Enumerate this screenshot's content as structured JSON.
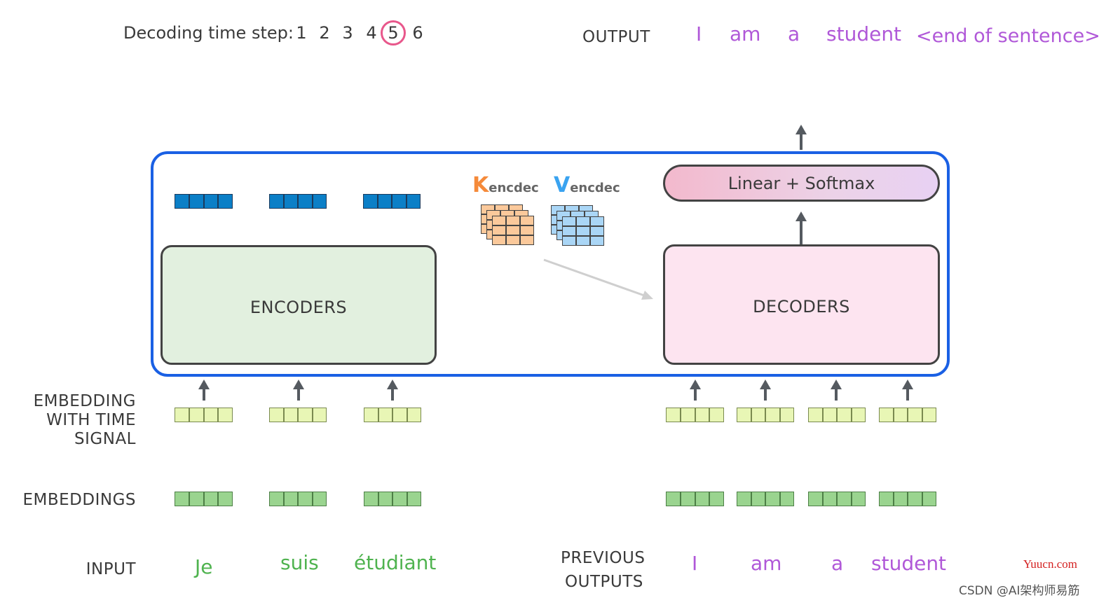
{
  "decoding": {
    "label": "Decoding time step:",
    "steps": [
      "1",
      "2",
      "3",
      "4",
      "5",
      "6"
    ],
    "current_step": "5"
  },
  "output": {
    "label": "OUTPUT",
    "words": [
      "I",
      "am",
      "a",
      "student",
      "<end of sentence>"
    ]
  },
  "blocks": {
    "encoders": "ENCODERS",
    "decoders": "DECODERS",
    "linear_softmax": "Linear + Softmax"
  },
  "kv": {
    "k_letter": "K",
    "k_sub": "encdec",
    "v_letter": "V",
    "v_sub": "encdec"
  },
  "row_labels": {
    "embedding_time_line1": "EMBEDDING",
    "embedding_time_line2": "WITH TIME",
    "embedding_time_line3": "SIGNAL",
    "embeddings": "EMBEDDINGS",
    "input": "INPUT",
    "previous_line1": "PREVIOUS",
    "previous_line2": "OUTPUTS"
  },
  "input_words": [
    "Je",
    "suis",
    "étudiant"
  ],
  "previous_outputs": [
    "I",
    "am",
    "a",
    "student"
  ],
  "watermarks": {
    "site": "Yuucn.com",
    "csdn": "CSDN @AI架构师易筋"
  },
  "colors": {
    "frame_blue": "#1a60e4",
    "encoder_fill": "#e2f0df",
    "decoder_fill": "#fde4f0",
    "output_purple": "#b058d8",
    "input_green": "#4fb34f",
    "k_orange": "#f58a3a",
    "v_blue": "#3aa3f0",
    "highlight_pink": "#e8578b"
  }
}
